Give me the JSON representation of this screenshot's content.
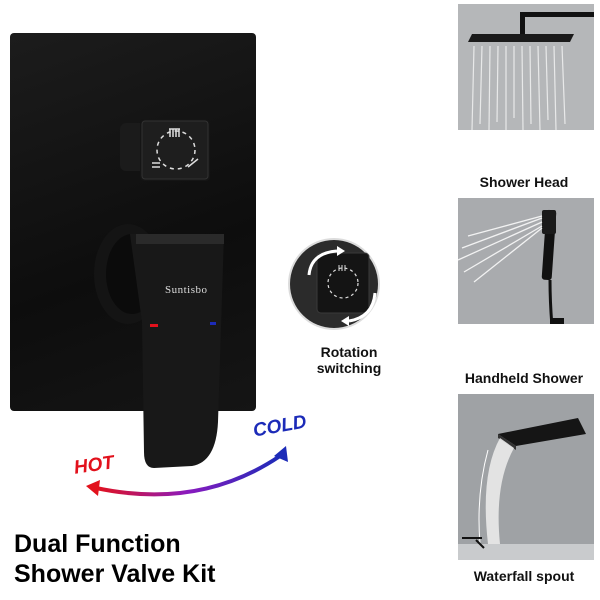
{
  "brand": "Suntisbo",
  "rotation_label": {
    "line1": "Rotation",
    "line2": "switching"
  },
  "temperature": {
    "hot": "HOT",
    "cold": "COLD",
    "hot_color": "#e2111c",
    "cold_color": "#1c2bb8"
  },
  "title": {
    "line1": "Dual Function",
    "line2": "Shower Valve Kit"
  },
  "functions": [
    {
      "label": "Shower Head",
      "icon": "shower-head-icon"
    },
    {
      "label": "Handheld Shower",
      "icon": "handheld-shower-icon"
    },
    {
      "label": "Waterfall spout",
      "icon": "waterfall-spout-icon"
    }
  ],
  "colors": {
    "finish": "#111111",
    "card_bg": "#b9bbbd"
  }
}
